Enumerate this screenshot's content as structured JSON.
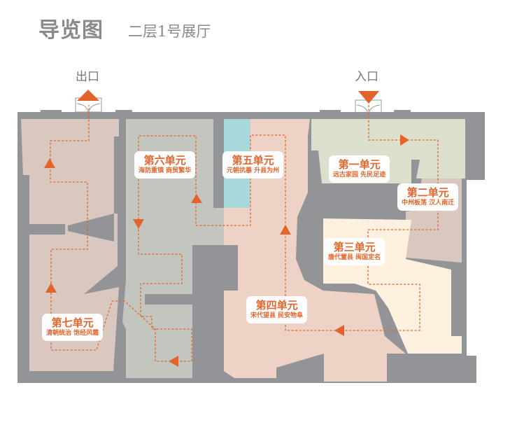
{
  "header": {
    "title": "导览图",
    "subtitle": "二层1号展厅"
  },
  "doors": {
    "exit": "出口",
    "entrance": "入口"
  },
  "colors": {
    "wall": "#939497",
    "accent": "#e2642b",
    "zone_taupe": "#d9c8bf",
    "zone_grey": "#c3c5bf",
    "zone_cyan": "#a8d8db",
    "zone_pink": "#efd2c6",
    "zone_green": "#dbdfcc",
    "zone_cream": "#fdf0de"
  },
  "units": [
    {
      "name": "第一单元",
      "desc": "远古家园 先民足迹"
    },
    {
      "name": "第二单元",
      "desc": "中州板荡 汉人南迁"
    },
    {
      "name": "第三单元",
      "desc": "唐代置县 闽国定名"
    },
    {
      "name": "第四单元",
      "desc": "宋代望县 民安物阜"
    },
    {
      "name": "第五单元",
      "desc": "元朝抗暴 升县为州"
    },
    {
      "name": "第六单元",
      "desc": "海防重镇 商贸繁华"
    },
    {
      "name": "第七单元",
      "desc": "清朝统治 饱经风霜"
    }
  ]
}
